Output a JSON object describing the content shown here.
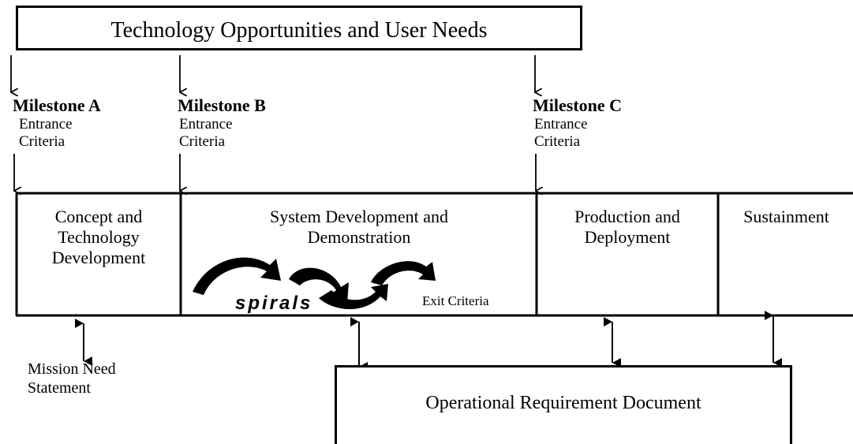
{
  "header": {
    "title": "Technology Opportunities and User Needs"
  },
  "milestones": [
    {
      "title": "Milestone A",
      "line1": "Entrance",
      "line2": "Criteria"
    },
    {
      "title": "Milestone B",
      "line1": "Entrance",
      "line2": "Criteria"
    },
    {
      "title": "Milestone C",
      "line1": "Entrance",
      "line2": "Criteria"
    }
  ],
  "phases": [
    {
      "line1": "Concept and",
      "line2": "Technology",
      "line3": "Development"
    },
    {
      "line1": "System Development and",
      "line2": "Demonstration"
    },
    {
      "line1": "Production and",
      "line2": "Deployment"
    },
    {
      "line1": "Sustainment"
    }
  ],
  "spirals": {
    "label": "spirals",
    "exit": "Exit Criteria"
  },
  "mission": {
    "line1": "Mission Need",
    "line2": "Statement"
  },
  "ord": {
    "label": "Operational Requirement Document"
  }
}
